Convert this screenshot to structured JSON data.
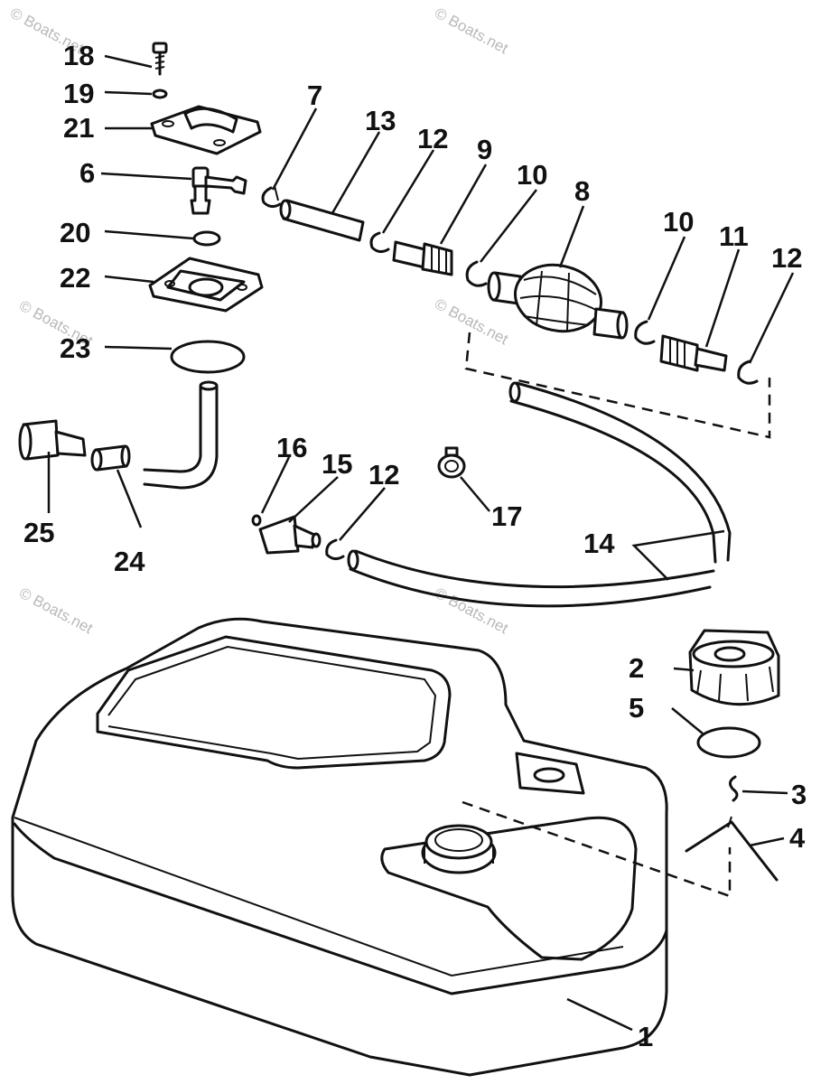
{
  "watermark": "© Boats.net",
  "callouts": {
    "c1": "1",
    "c2": "2",
    "c3": "3",
    "c4": "4",
    "c5": "5",
    "c6": "6",
    "c7": "7",
    "c8": "8",
    "c9": "9",
    "c10a": "10",
    "c10b": "10",
    "c11": "11",
    "c12a": "12",
    "c12b": "12",
    "c12c": "12",
    "c13": "13",
    "c14": "14",
    "c15": "15",
    "c16": "16",
    "c17": "17",
    "c18": "18",
    "c19": "19",
    "c20": "20",
    "c21": "21",
    "c22": "22",
    "c23": "23",
    "c24": "24",
    "c25": "25"
  }
}
